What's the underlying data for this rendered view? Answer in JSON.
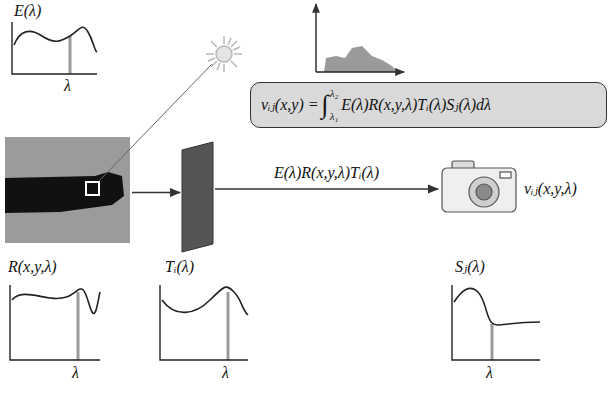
{
  "diagram": {
    "nodes": [
      {
        "text": []
      },
      {
        "text": []
      },
      {
        "text": [
          "vᵢⱼ(x,y,λ)"
        ]
      },
      {
        "text": [
          "vᵢⱼ(x,y) =",
          "∫",
          "λ₂",
          "λ₁",
          "E(λ)R(x,y,λ)Tᵢ(λ)Sⱼ(λ)dλ"
        ]
      }
    ],
    "edges": [
      {
        "from": 0,
        "to": 1,
        "arrow": "to"
      },
      {
        "from": 1,
        "to": 2,
        "label": "E(λ)R(x,y,λ)Tᵢ(λ)",
        "arrow": "to"
      }
    ],
    "labels": [
      "E(λ)",
      "λ",
      "R(x,y,λ)",
      "λ",
      "Tᵢ(λ)",
      "λ",
      "Sⱼ(λ)",
      "λ"
    ]
  }
}
